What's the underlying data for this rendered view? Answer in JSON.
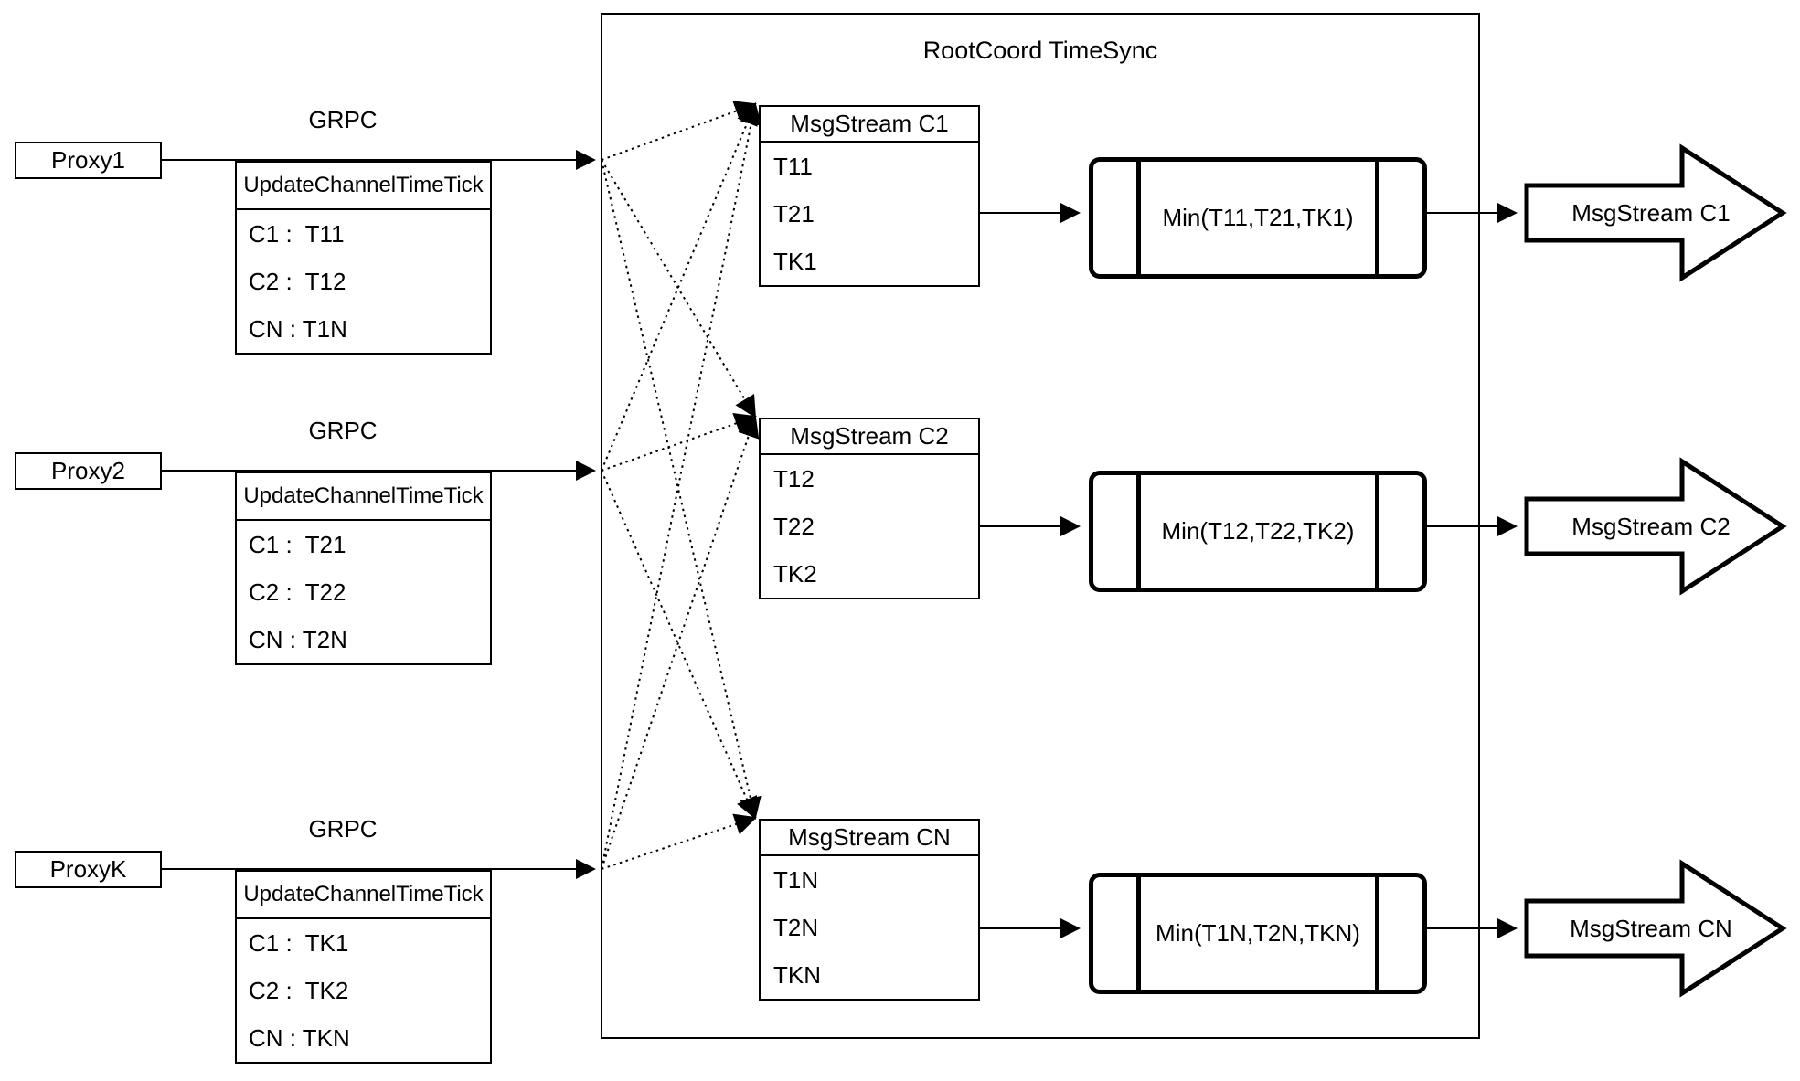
{
  "diagram": {
    "title": "RootCoord TimeSync",
    "rows": [
      {
        "proxy": "Proxy1",
        "grpc_label": "GRPC",
        "update_table": {
          "header": "UpdateChannelTimeTick",
          "rows": [
            "C1 :  T11",
            "C2 :  T12",
            "CN : T1N"
          ]
        },
        "msgstream_table": {
          "header": "MsgStream C1",
          "rows": [
            "T11",
            "T21",
            "TK1"
          ]
        },
        "min_label": "Min(T11,T21,TK1)",
        "output_arrow": "MsgStream C1"
      },
      {
        "proxy": "Proxy2",
        "grpc_label": "GRPC",
        "update_table": {
          "header": "UpdateChannelTimeTick",
          "rows": [
            "C1 :  T21",
            "C2 :  T22",
            "CN : T2N"
          ]
        },
        "msgstream_table": {
          "header": "MsgStream C2",
          "rows": [
            "T12",
            "T22",
            "TK2"
          ]
        },
        "min_label": "Min(T12,T22,TK2)",
        "output_arrow": "MsgStream C2"
      },
      {
        "proxy": "ProxyK",
        "grpc_label": "GRPC",
        "update_table": {
          "header": "UpdateChannelTimeTick",
          "rows": [
            "C1 :  TK1",
            "C2 :  TK2",
            "CN : TKN"
          ]
        },
        "msgstream_table": {
          "header": "MsgStream CN",
          "rows": [
            "T1N",
            "T2N",
            "TKN"
          ]
        },
        "min_label": "Min(T1N,T2N,TKN)",
        "output_arrow": "MsgStream CN"
      }
    ],
    "colors": {
      "stroke": "#000000",
      "background": "#ffffff"
    }
  }
}
